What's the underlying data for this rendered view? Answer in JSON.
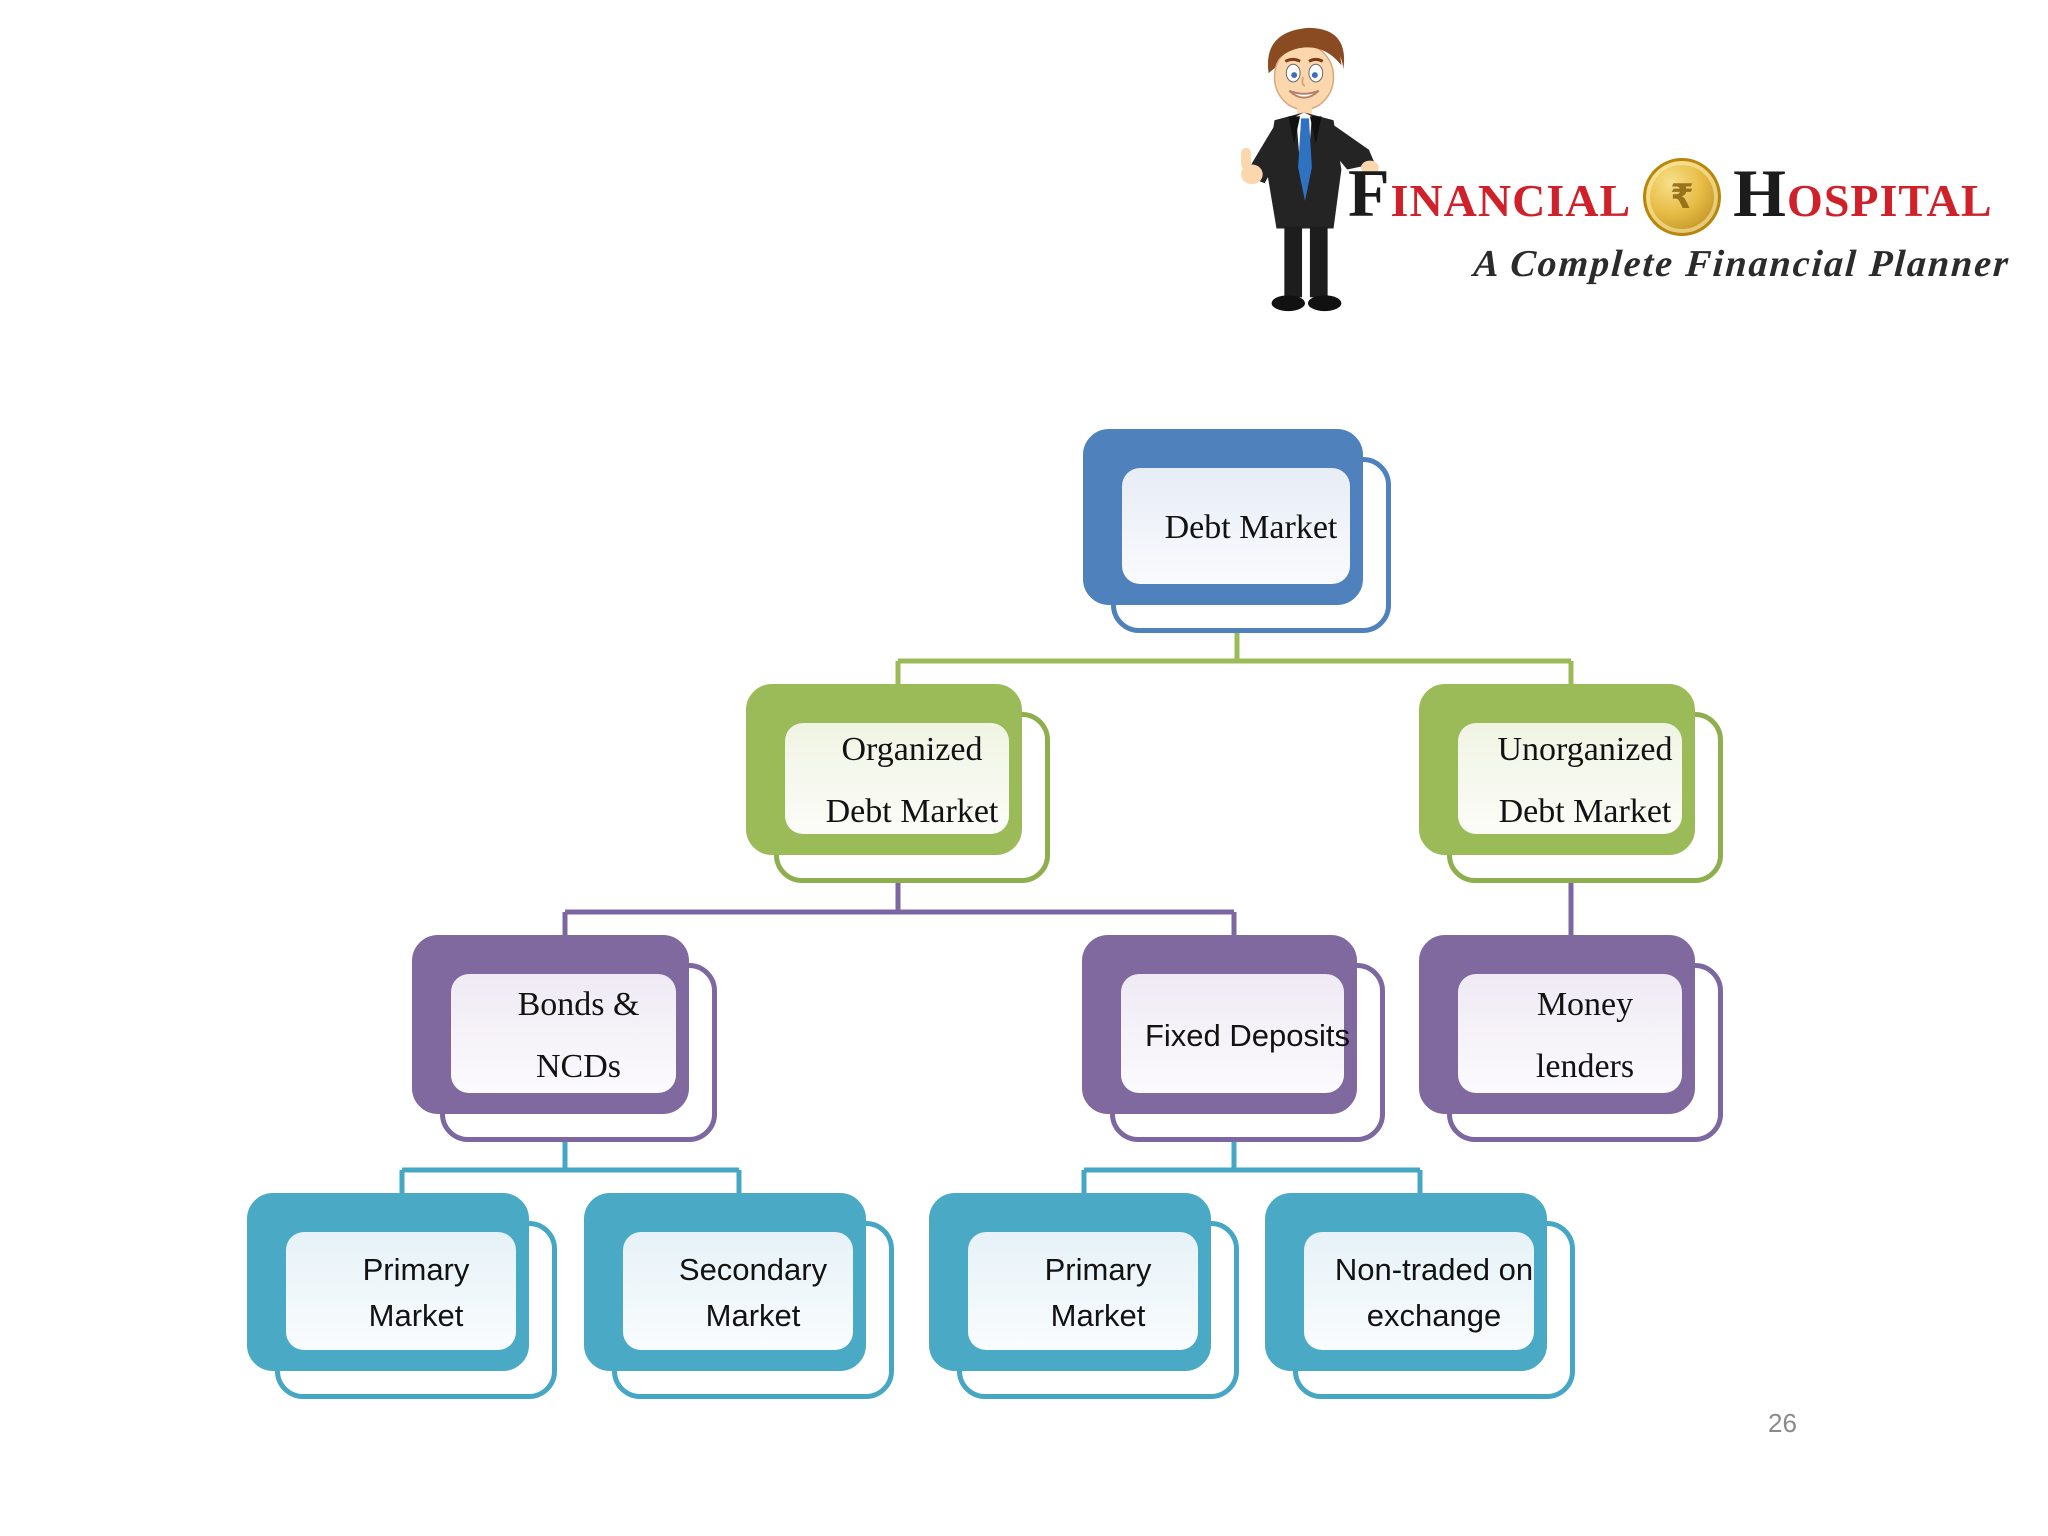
{
  "logo": {
    "brand_word_1": "FINANCIAL",
    "brand_word_2": "HOSPITAL",
    "tagline": "A Complete Financial Planner",
    "coin_symbol": "₹",
    "brand_red": "#d0202a",
    "brand_black": "#1c1c1c"
  },
  "page_number": "26",
  "diagram": {
    "colors": {
      "level1_blue": "#4f81bd",
      "level2_green": "#9bbb59",
      "level3_purple": "#7d67a0",
      "level4_teal": "#45a7c3"
    },
    "nodes": {
      "debt_market": {
        "label": "Debt Market"
      },
      "organized": {
        "line1": "Organized",
        "line2": "Debt Market"
      },
      "unorganized": {
        "line1": "Unorganized",
        "line2": "Debt Market"
      },
      "bonds_ncds": {
        "line1": "Bonds &",
        "line2": "NCDs"
      },
      "fixed_deposits": {
        "label": "Fixed Deposits"
      },
      "money_lenders": {
        "line1": "Money",
        "line2": "lenders"
      },
      "primary_market_1": {
        "line1": "Primary",
        "line2": "Market"
      },
      "secondary_market": {
        "line1": "Secondary",
        "line2": "Market"
      },
      "primary_market_2": {
        "line1": "Primary",
        "line2": "Market"
      },
      "non_traded": {
        "line1": "Non-traded on",
        "line2": "exchange"
      }
    }
  }
}
